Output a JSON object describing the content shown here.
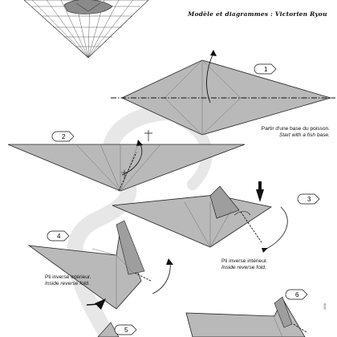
{
  "credit": "Modèle et diagrammes : Victorien Ryou",
  "year": "2018",
  "colors": {
    "paper": "#b9b9b9",
    "crease": "#6f6f6f",
    "band": "#e7e7e7",
    "ink": "#111111"
  },
  "steps": [
    {
      "number": "1",
      "note_fr": "Partir d'une base du poisson.",
      "note_en": "Start with a fish base."
    },
    {
      "number": "2"
    },
    {
      "number": "3",
      "note_fr": "Pli inversé intérieur.",
      "note_en": "Inside reverse fold."
    },
    {
      "number": "4",
      "note_fr": "Pli inversé intérieur.",
      "note_en": "Inside reverse fold."
    },
    {
      "number": "5"
    },
    {
      "number": "6"
    }
  ]
}
